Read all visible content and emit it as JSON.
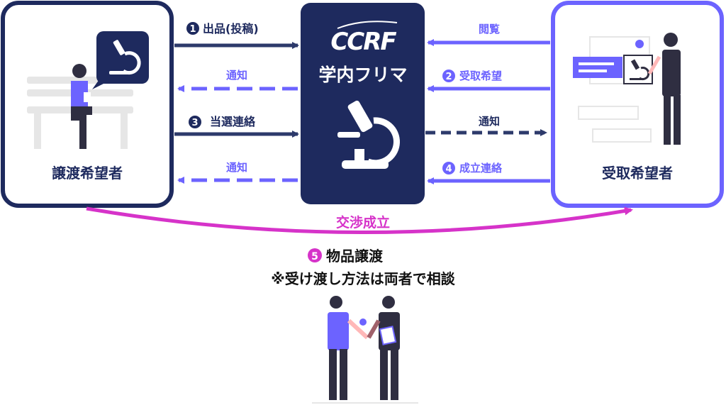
{
  "center": {
    "logo": "CCRF",
    "title": "学内フリマ"
  },
  "left_actor": {
    "label": "譲渡希望者"
  },
  "right_actor": {
    "label": "受取希望者"
  },
  "left_flows": {
    "step1": {
      "num": "1",
      "label": "出品(投稿)"
    },
    "notice_a": {
      "label": "通知"
    },
    "step3": {
      "num": "3",
      "label": "当選連絡"
    },
    "notice_b": {
      "label": "通知"
    }
  },
  "right_flows": {
    "browse": {
      "label": "閲覧"
    },
    "step2": {
      "num": "2",
      "label": "受取希望"
    },
    "notice": {
      "label": "通知"
    },
    "step4": {
      "num": "4",
      "label": "成立連絡"
    }
  },
  "deal": {
    "label": "交渉成立"
  },
  "step5": {
    "num": "5",
    "label": "物品譲渡",
    "note": "※受け渡し方法は両者で相談"
  },
  "colors": {
    "navy": "#1e2a5e",
    "purple": "#6c63ff",
    "magenta": "#d633c9",
    "dark_arrow": "#2d3a6b"
  }
}
